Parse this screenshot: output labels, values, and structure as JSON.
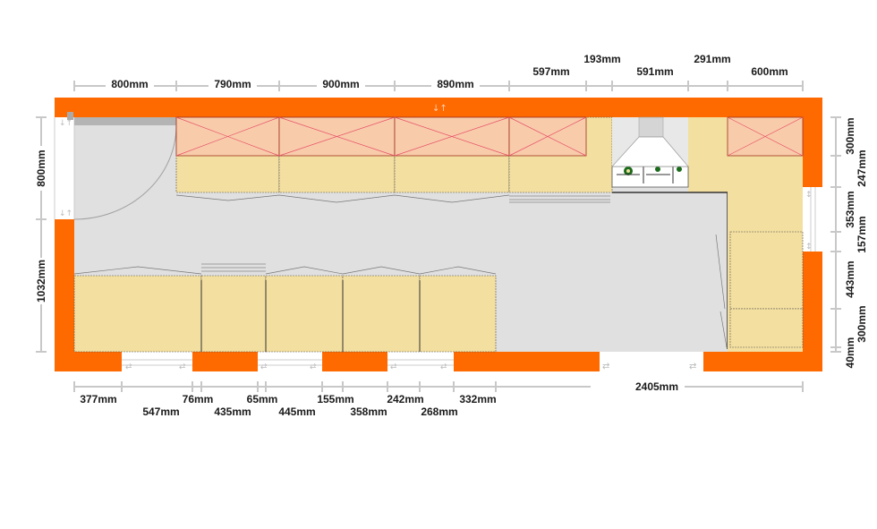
{
  "colors": {
    "wall": "#ff6a00",
    "floor": "#e0e0e0",
    "base_cabinet": "#f3df9f",
    "wall_cabinet": "#f8ccaa",
    "cross": "#e8506a",
    "dim": "#c8c8c8",
    "text": "#1a1a1a"
  },
  "dims_top_row1": [
    "800mm",
    "790mm",
    "900mm",
    "890mm",
    "597mm",
    "591mm",
    "600mm"
  ],
  "dims_top_row2": [
    "193mm",
    "291mm"
  ],
  "dims_bottom_row1": [
    "377mm",
    "76mm",
    "65mm",
    "155mm",
    "242mm",
    "332mm",
    "2405mm"
  ],
  "dims_bottom_row2": [
    "547mm",
    "435mm",
    "445mm",
    "358mm",
    "268mm"
  ],
  "dims_left": [
    "800mm",
    "1032mm"
  ],
  "dims_right_row1": [
    "300mm",
    "353mm",
    "443mm",
    "40mm"
  ],
  "dims_right_row2": [
    "247mm",
    "157mm",
    "300mm"
  ],
  "icons": [
    "door-swing-icon",
    "window-icon",
    "radiator-icon",
    "hob-icon",
    "range-hood-icon"
  ]
}
